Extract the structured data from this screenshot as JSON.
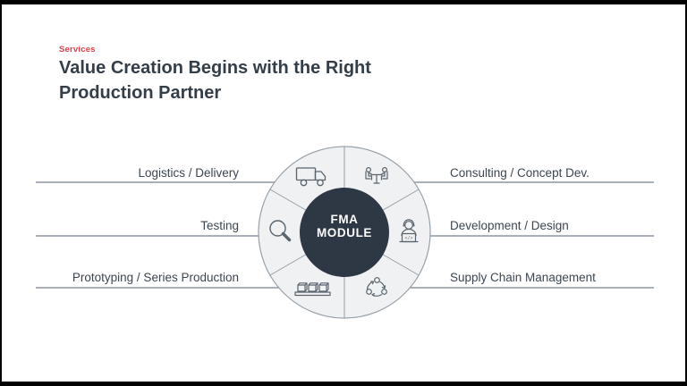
{
  "slide": {
    "eyebrow": "Services",
    "title": "Value Creation Begins with the Right Production Partner"
  },
  "diagram": {
    "center": {
      "line1": "FMA",
      "line2": "MODULE"
    },
    "dev_icon_code": "</>",
    "left_items": [
      {
        "label": "Logistics / Delivery",
        "icon": "truck-icon"
      },
      {
        "label": "Testing",
        "icon": "magnifier-icon"
      },
      {
        "label": "Prototyping / Series Production",
        "icon": "production-boxes-icon"
      }
    ],
    "right_items": [
      {
        "label": "Consulting / Concept Dev.",
        "icon": "meeting-icon"
      },
      {
        "label": "Development / Design",
        "icon": "developer-icon"
      },
      {
        "label": "Supply Chain Management",
        "icon": "supply-cycle-icon"
      }
    ]
  },
  "colors": {
    "eyebrow_red": "#dc3d46",
    "title_text": "#333e48",
    "label_text": "#3c4650",
    "connector_line": "#a9b0b7",
    "ring_fill": "#f0f1f2",
    "ring_stroke": "#97a0a8",
    "hub_fill": "#2d3844",
    "icon_stroke": "#59646e",
    "frame": "#000000"
  }
}
